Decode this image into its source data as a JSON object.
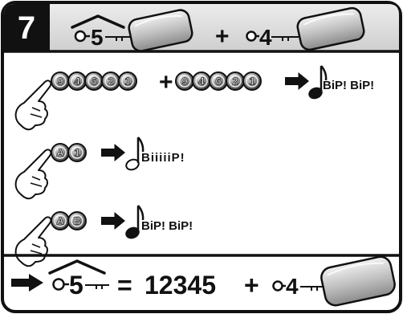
{
  "step": {
    "number": "7"
  },
  "header": {
    "home_key_label": "5",
    "plus": "+",
    "key_label": "4"
  },
  "rows": [
    {
      "sequence_a": [
        "9",
        "4",
        "6",
        "2",
        "1"
      ],
      "plus": "+",
      "sequence_b": [
        "9",
        "4",
        "6",
        "2",
        "1"
      ],
      "result_text": "BiP! BiP!",
      "note": "filled"
    },
    {
      "sequence": [
        "A",
        "1"
      ],
      "result_text": "BiiiiiP!",
      "note": "outline"
    },
    {
      "sequence": [
        "A",
        "B"
      ],
      "result_text": "BiP! BiP!",
      "note": "filled"
    }
  ],
  "footer": {
    "home_key_label": "5",
    "equals": "=",
    "code": "12345",
    "plus": "+",
    "key_label": "4"
  },
  "colors": {
    "border": "#1a1a1a",
    "header_bg": "#dcdcdc",
    "button_gray": "#8a8a8a",
    "button_dark": "#3c3c3c",
    "text": "#111111"
  },
  "icons": [
    "home-key-icon",
    "remote-fob-icon",
    "key-icon",
    "pointing-hand-icon",
    "arrow-right-icon",
    "music-note-icon"
  ]
}
